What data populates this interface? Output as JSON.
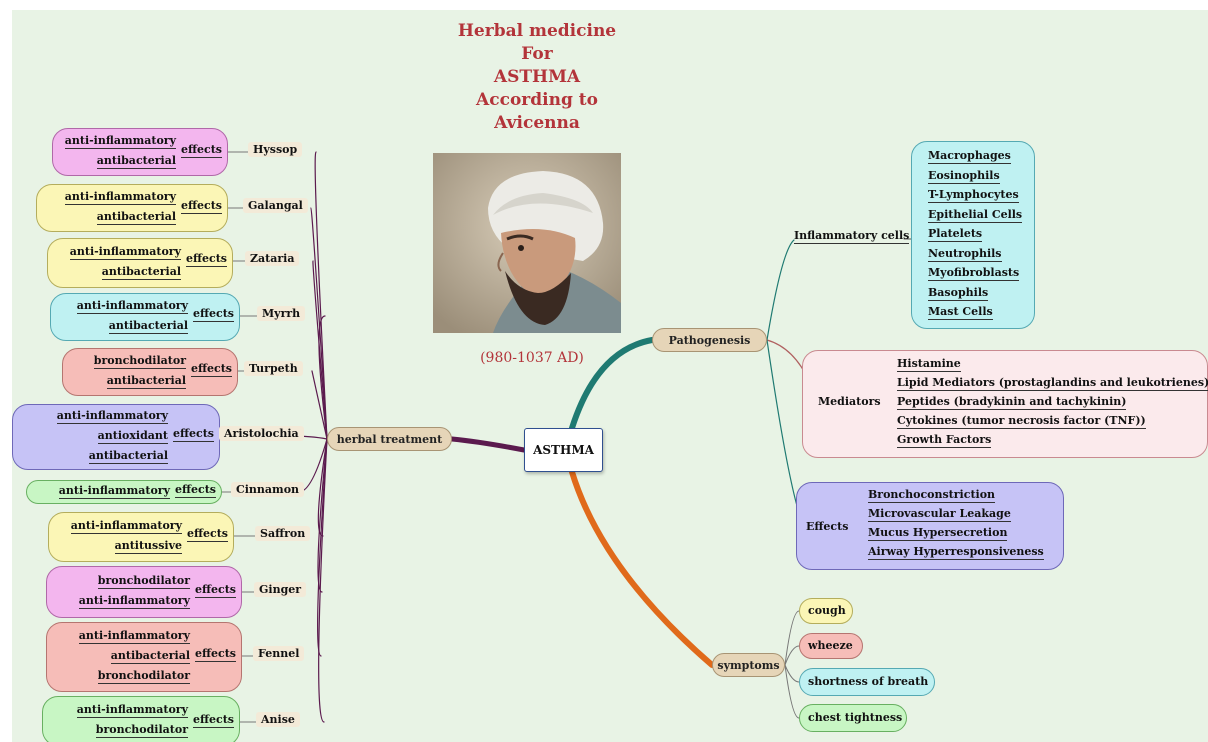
{
  "title": [
    "Herbal medicine",
    "For",
    "ASTHMA",
    "According to",
    "Avicenna"
  ],
  "dates": "(980-1037 AD)",
  "root": "ASTHMA",
  "branches": {
    "herbal_treatment": "herbal treatment",
    "pathogenesis": "Pathogenesis",
    "symptoms": "symptoms"
  },
  "herbs": [
    {
      "name": "Hyssop",
      "effects_label": "effects",
      "props": [
        "anti-inflammatory",
        "antibacterial"
      ]
    },
    {
      "name": "Galangal",
      "effects_label": "effects",
      "props": [
        "anti-inflammatory",
        "antibacterial"
      ]
    },
    {
      "name": "Zataria",
      "effects_label": "effects",
      "props": [
        "anti-inflammatory",
        "antibacterial"
      ]
    },
    {
      "name": "Myrrh",
      "effects_label": "effects",
      "props": [
        "anti-inflammatory",
        "antibacterial"
      ]
    },
    {
      "name": "Turpeth",
      "effects_label": "effects",
      "props": [
        "bronchodilator",
        "antibacterial"
      ]
    },
    {
      "name": "Aristolochia",
      "effects_label": "effects",
      "props": [
        "anti-inflammatory",
        "antioxidant",
        "antibacterial"
      ]
    },
    {
      "name": "Cinnamon",
      "effects_label": "effects",
      "props": [
        "anti-inflammatory"
      ]
    },
    {
      "name": "Saffron",
      "effects_label": "effects",
      "props": [
        "anti-inflammatory",
        "antitussive"
      ]
    },
    {
      "name": "Ginger",
      "effects_label": "effects",
      "props": [
        "bronchodilator",
        "anti-inflammatory"
      ]
    },
    {
      "name": "Fennel",
      "effects_label": "effects",
      "props": [
        "anti-inflammatory",
        "antibacterial",
        "bronchodilator"
      ]
    },
    {
      "name": "Anise",
      "effects_label": "effects",
      "props": [
        "anti-inflammatory",
        "bronchodilator"
      ]
    }
  ],
  "pathogenesis": {
    "inflammatory_cells": {
      "label": "Inflammatory cells",
      "items": [
        "Macrophages",
        "Eosinophils",
        "T-Lymphocytes",
        "Epithelial Cells",
        "Platelets",
        "Neutrophils",
        "Myofibroblasts",
        "Basophils",
        "Mast Cells"
      ]
    },
    "mediators": {
      "label": "Mediators",
      "items": [
        "Histamine",
        "Lipid Mediators (prostaglandins and leukotrienes)",
        "Peptides (bradykinin and tachykinin)",
        "Cytokines (tumor necrosis factor (TNF))",
        "Growth Factors"
      ]
    },
    "effects": {
      "label": "Effects",
      "items": [
        "Bronchoconstriction",
        "Microvascular Leakage",
        "Mucus Hypersecretion",
        "Airway Hyperresponsiveness"
      ]
    }
  },
  "symptoms": [
    "cough",
    "wheeze",
    "shortness of breath",
    "chest tightness"
  ],
  "colors": {
    "title": "#b3343a",
    "pathogenesis_link": "#1f7a72",
    "symptoms_link": "#e06a1b",
    "herbal_link": "#5b1a4e"
  }
}
